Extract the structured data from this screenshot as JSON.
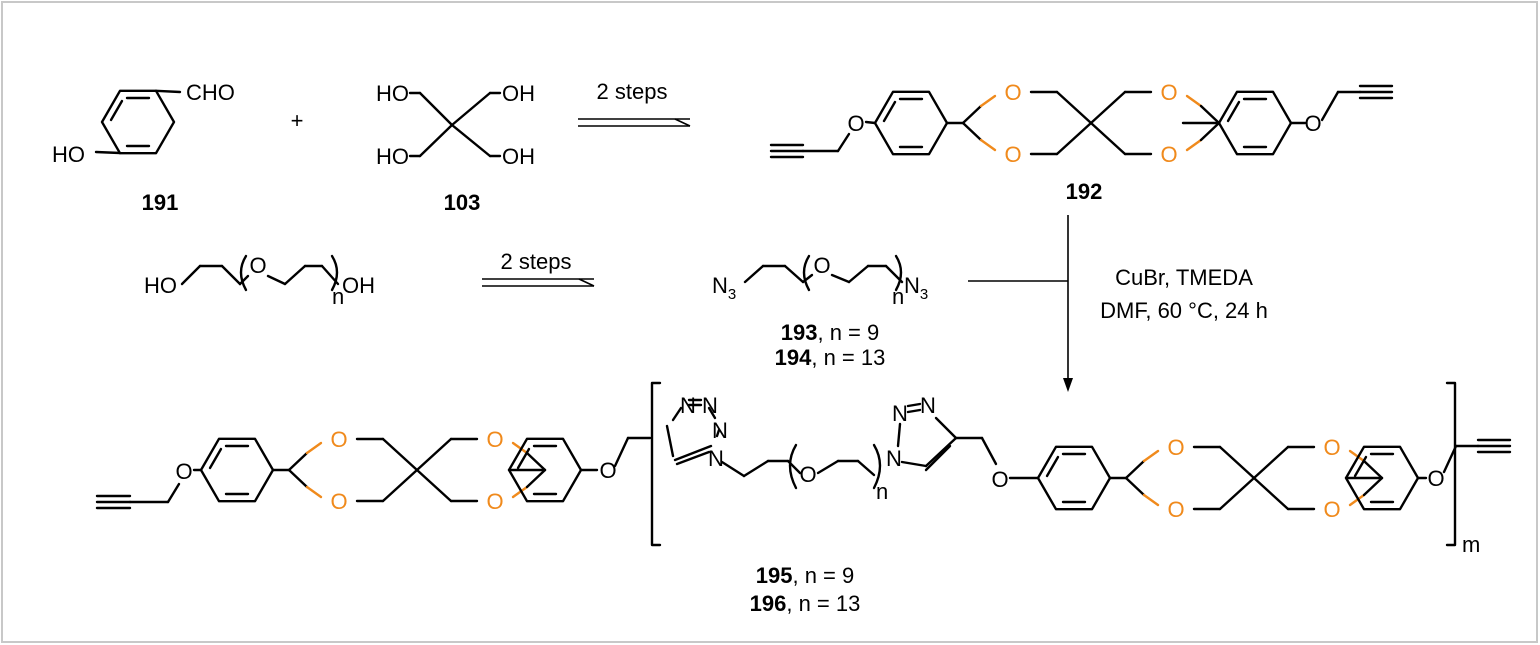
{
  "colors": {
    "frame": "#c8c8c8",
    "acetal_oxygen": "#f08a1c",
    "ink": "#000000"
  },
  "compounds": {
    "c191": {
      "label": "191",
      "group": "CHO",
      "hydroxyl": "HO"
    },
    "c103": {
      "label": "103",
      "hydroxyls": [
        "HO",
        "OH",
        "HO",
        "OH"
      ]
    },
    "c192": {
      "label": "192"
    },
    "peg": {
      "left": "HO",
      "right": "OH",
      "repeat": "n"
    },
    "azide": {
      "left": "N",
      "right": "N",
      "subscript": "3",
      "repeat": "n"
    },
    "c193": {
      "label": "193",
      "suffix": ", n = 9"
    },
    "c194": {
      "label": "194",
      "suffix": ", n = 13"
    },
    "c195": {
      "label": "195",
      "suffix": ", n = 9"
    },
    "c196": {
      "label": "196",
      "suffix": ", n = 13"
    },
    "polymer": {
      "repeat_inner": "n",
      "repeat_outer": "m"
    }
  },
  "symbols": {
    "plus": "+",
    "oxygen": "O",
    "nitrogen": "N"
  },
  "arrows": {
    "step1": "2 steps",
    "step2": "2 steps",
    "conditions_line1": "CuBr, TMEDA",
    "conditions_line2": "DMF, 60 °C, 24 h"
  }
}
